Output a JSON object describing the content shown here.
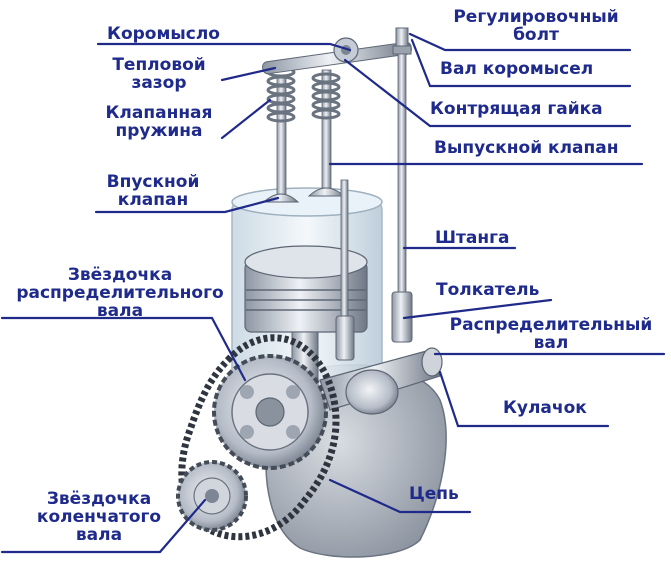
{
  "colors": {
    "label_text": "#1e2a8c",
    "leader_line": "#1f2a8a",
    "metal_light": "#e8ecf1",
    "metal_mid": "#b9c0cb",
    "metal_dark": "#5d6674",
    "cylinder_glass": "#dbe9f2"
  },
  "labels": {
    "rocker_arm": "Коромысло",
    "thermal_gap": "Тепловой\nзазор",
    "valve_spring": "Клапанная\nпружина",
    "intake_valve": "Впускной\nклапан",
    "cam_sprocket": "Звёздочка\nраспределительного\nвала",
    "crank_sprocket": "Звёздочка\nколенчатого\nвала",
    "adjusting_bolt": "Регулировочный\nболт",
    "rocker_shaft": "Вал коромысел",
    "lock_nut": "Контрящая гайка",
    "exhaust_valve": "Выпускной клапан",
    "pushrod": "Штанга",
    "tappet": "Толкатель",
    "camshaft": "Распределительный\nвал",
    "cam": "Кулачок",
    "chain": "Цепь"
  }
}
